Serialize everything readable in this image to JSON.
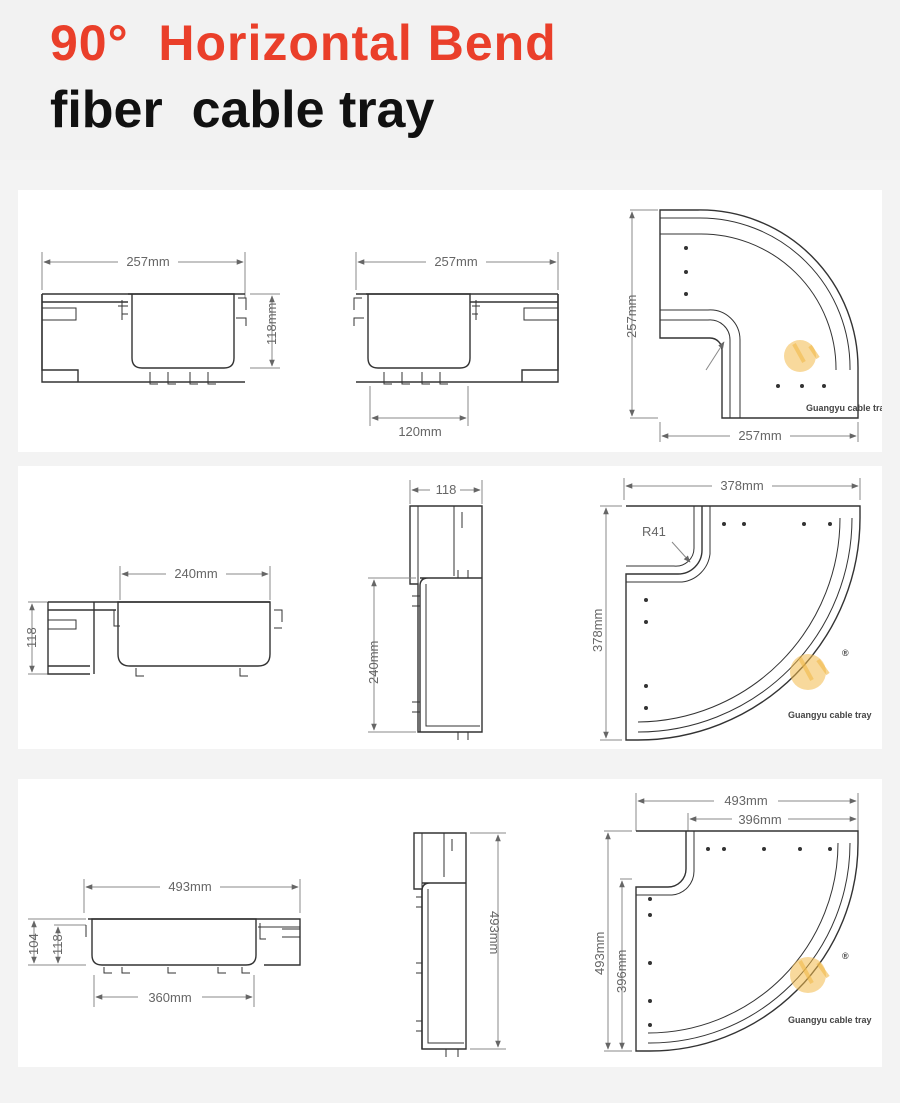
{
  "title": {
    "line1": "90°  Horizontal Bend",
    "line2": "fiber  cable tray"
  },
  "colors": {
    "accent": "#ea3f2a",
    "text": "#111111",
    "drawing_line": "#333333",
    "dimension_text": "#666666",
    "watermark": "#f2b94a"
  },
  "watermark": {
    "brand": "Guangyu cable tray",
    "mark": "®"
  },
  "panels": [
    {
      "views": {
        "front_left": {
          "width_dim": "257mm",
          "height_dim": "118mm"
        },
        "front_right": {
          "width_dim": "257mm",
          "bottom_dim": "120mm"
        },
        "plan": {
          "height_dim": "257mm",
          "width_dim": "257mm"
        }
      }
    },
    {
      "views": {
        "front": {
          "width_dim": "240mm",
          "height_dim": "118"
        },
        "side": {
          "top_dim": "118",
          "height_dim": "240mm"
        },
        "plan": {
          "width_dim": "378mm",
          "height_dim": "378mm",
          "radius": "R41"
        }
      }
    },
    {
      "views": {
        "front": {
          "width_dim": "493mm",
          "inner_dim": "360mm",
          "height_outer": "104",
          "height_inner": "118"
        },
        "side": {
          "height_dim": "493mm"
        },
        "plan": {
          "outer_width": "493mm",
          "inner_width": "396mm",
          "outer_height": "493mm",
          "inner_height": "396mm"
        }
      }
    }
  ]
}
